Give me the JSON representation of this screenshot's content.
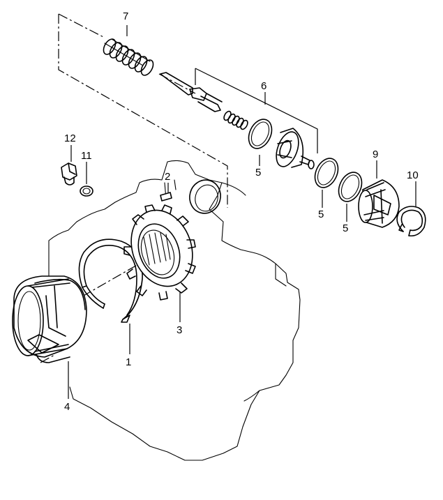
{
  "diagram": {
    "type": "exploded-parts-view",
    "labels": {
      "p1": "1",
      "p2": "2",
      "p3": "3",
      "p4": "4",
      "p5a": "5",
      "p5b": "5",
      "p5c": "5",
      "p6": "6",
      "p7": "7",
      "p9": "9",
      "p10": "10",
      "p11": "11",
      "p12": "12"
    }
  }
}
